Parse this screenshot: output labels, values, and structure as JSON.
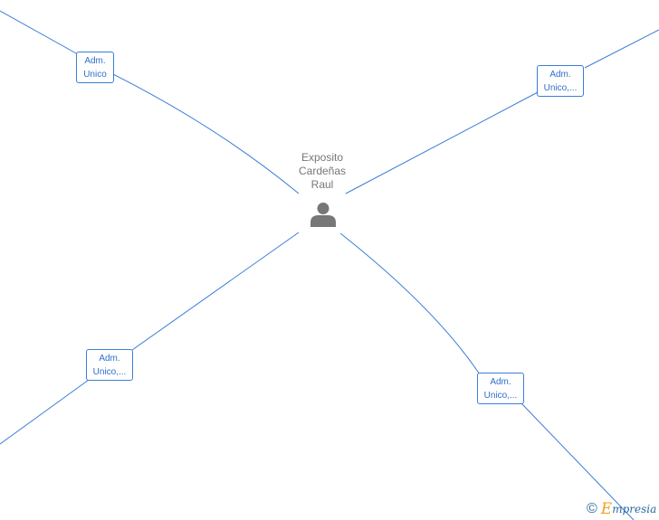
{
  "person": {
    "name_lines": [
      "Exposito",
      "Cardeñas",
      "Raul"
    ],
    "icon": "person-icon"
  },
  "roles": [
    {
      "line1": "Adm.",
      "line2": "Unico"
    },
    {
      "line1": "Adm.",
      "line2": "Unico,..."
    },
    {
      "line1": "Adm.",
      "line2": "Unico,..."
    },
    {
      "line1": "Adm.",
      "line2": "Unico,..."
    }
  ],
  "watermark": {
    "copyright": "©",
    "brand_first": "E",
    "brand_rest": "mpresia"
  },
  "colors": {
    "edge": "#3b7dd8",
    "role_text": "#2f6fc9",
    "person_text": "#777777",
    "person_icon": "#777777",
    "brand_orange": "#f0a020",
    "brand_blue": "#2a6a9c"
  }
}
